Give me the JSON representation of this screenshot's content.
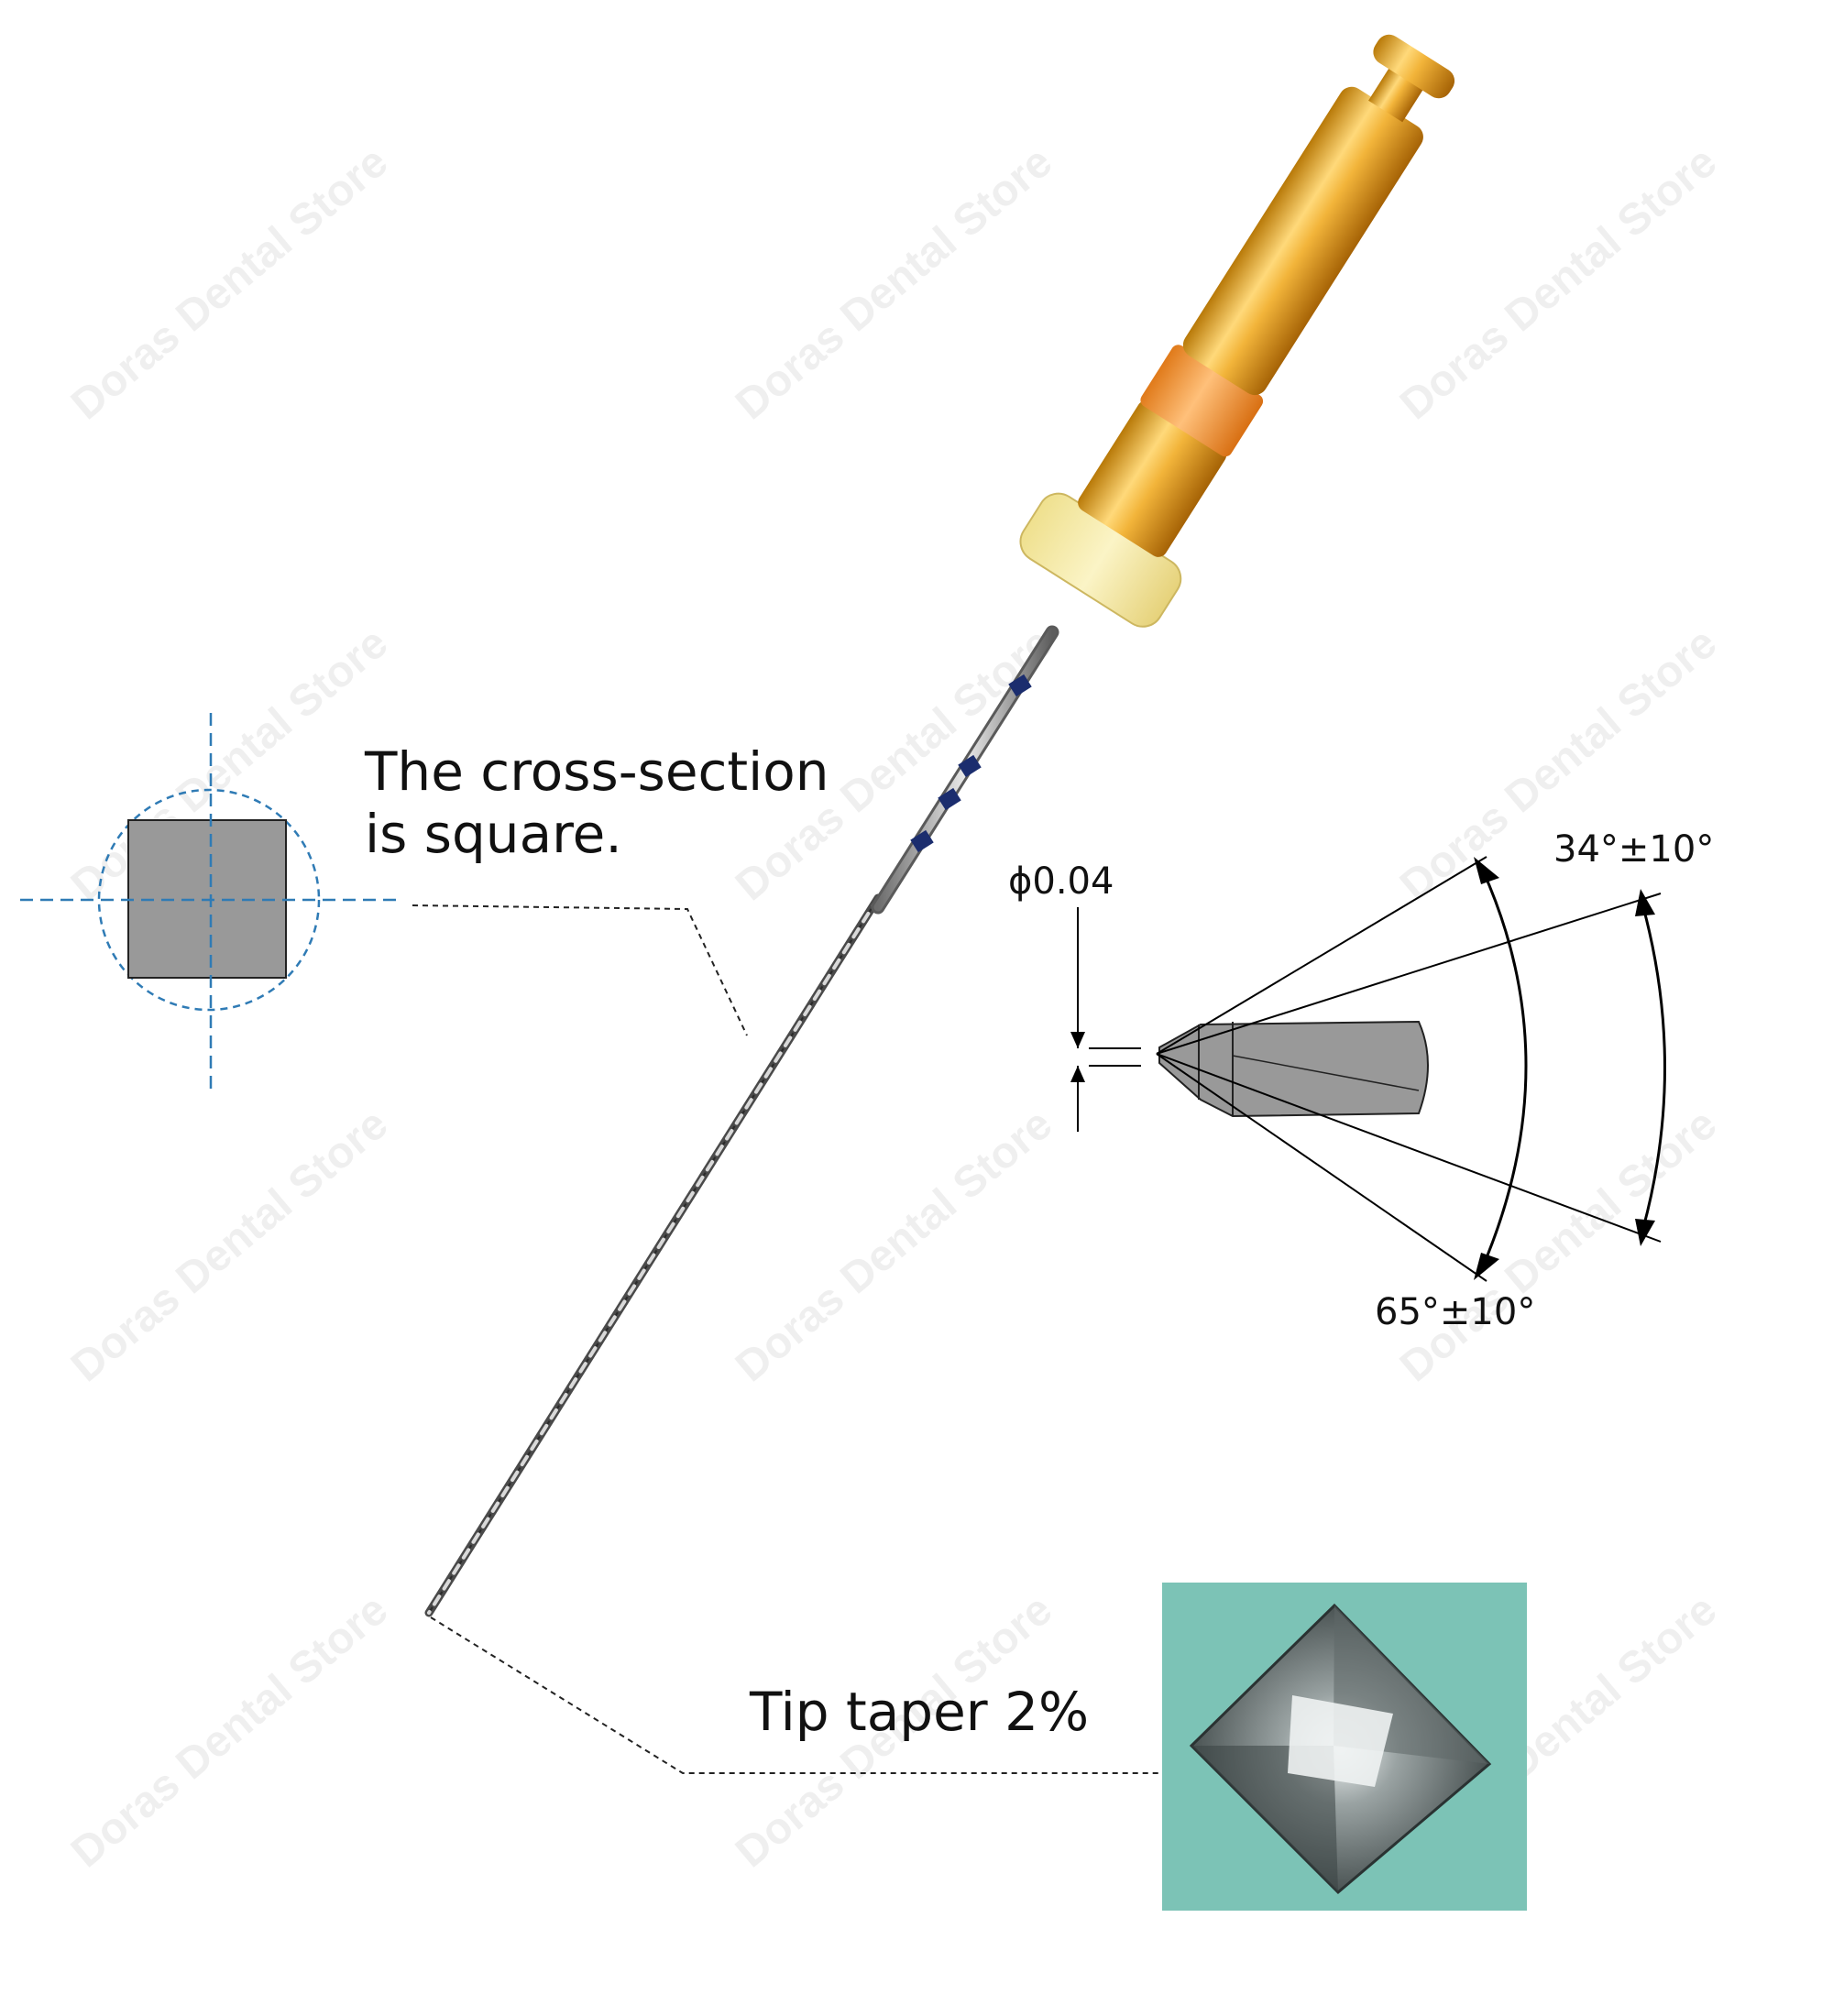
{
  "labels": {
    "cross_section_line1": "The cross-section",
    "cross_section_line2": "is square.",
    "tip_taper": "Tip taper 2%",
    "diameter": "ϕ0.04",
    "angle_inner": "34°±10°",
    "angle_outer": "65°±10°"
  },
  "watermark": "Doras Dental Store",
  "colors": {
    "handle_gold": "#e6a21c",
    "collar_orange": "#f39a3c",
    "stopper_cream": "#f6eba8",
    "section_fill": "#999999",
    "guide_blue": "#2f7bb5",
    "photo_bg": "#7cc3b6"
  }
}
